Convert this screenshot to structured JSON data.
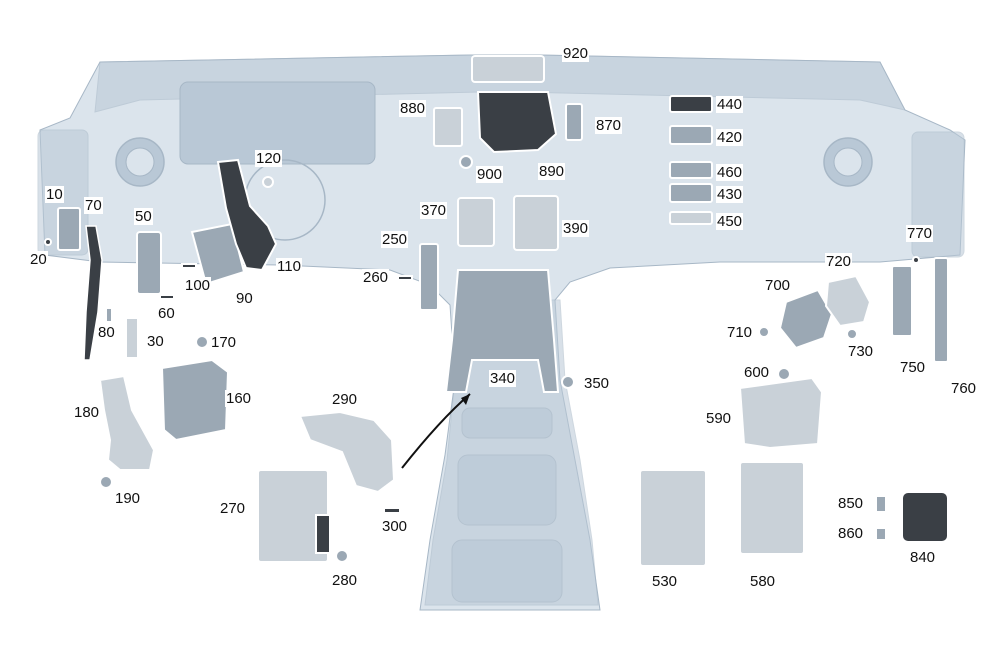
{
  "colors": {
    "interior": "#dbe4ec",
    "interior_dark": "#b9c8d6",
    "interior_line": "#a7b7c6",
    "part": "#9ba8b4",
    "part_dark": "#3a3f45",
    "part_light": "#c9d1d8",
    "arrow": "#111111"
  },
  "labels": {
    "p10": "10",
    "p20": "20",
    "p30": "30",
    "p50": "50",
    "p60": "60",
    "p70": "70",
    "p80": "80",
    "p90": "90",
    "p100": "100",
    "p110": "110",
    "p120": "120",
    "p160": "160",
    "p170": "170",
    "p180": "180",
    "p190": "190",
    "p250": "250",
    "p260": "260",
    "p270": "270",
    "p280": "280",
    "p290": "290",
    "p300": "300",
    "p340": "340",
    "p350": "350",
    "p370": "370",
    "p390": "390",
    "p420": "420",
    "p430": "430",
    "p440": "440",
    "p450": "450",
    "p460": "460",
    "p530": "530",
    "p580": "580",
    "p590": "590",
    "p600": "600",
    "p700": "700",
    "p710": "710",
    "p720": "720",
    "p730": "730",
    "p750": "750",
    "p760": "760",
    "p770": "770",
    "p840": "840",
    "p850": "850",
    "p860": "860",
    "p870": "870",
    "p880": "880",
    "p890": "890",
    "p900": "900",
    "p920": "920"
  }
}
